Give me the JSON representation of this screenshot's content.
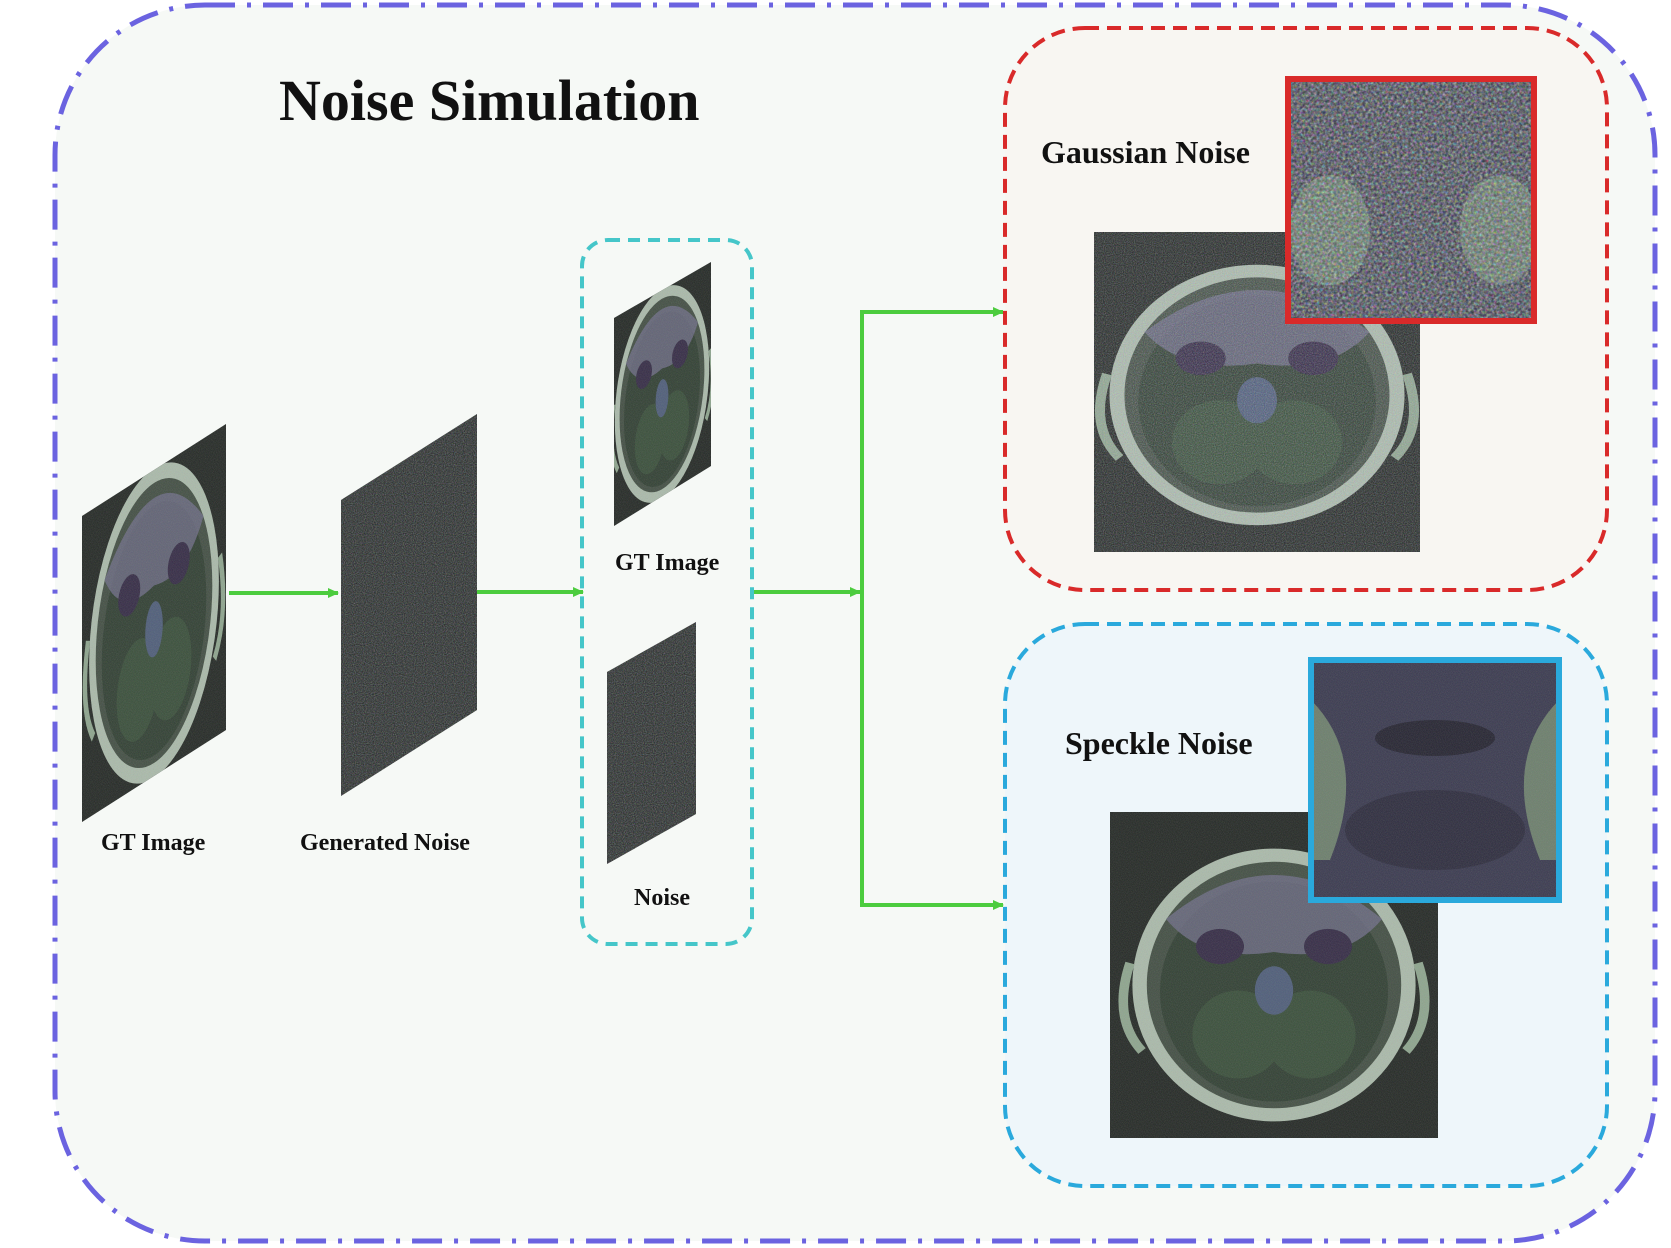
{
  "title": "Noise Simulation",
  "labels": {
    "gt_image": "GT Image",
    "generated_noise": "Generated Noise",
    "stack_gt_image": "GT Image",
    "stack_noise": "Noise",
    "gaussian_noise": "Gaussian Noise",
    "speckle_noise": "Speckle Noise"
  },
  "colors": {
    "outer_border": "#6b63e0",
    "outer_fill": "#f6f9f6",
    "arrow": "#4ccc3e",
    "stack_border": "#45c6c9",
    "gaussian_border": "#d92a2a",
    "gaussian_fill": "#f8f6f2",
    "speckle_border": "#2aa9dc",
    "speckle_fill": "#eef6fa",
    "image_background": "#1c211d"
  }
}
